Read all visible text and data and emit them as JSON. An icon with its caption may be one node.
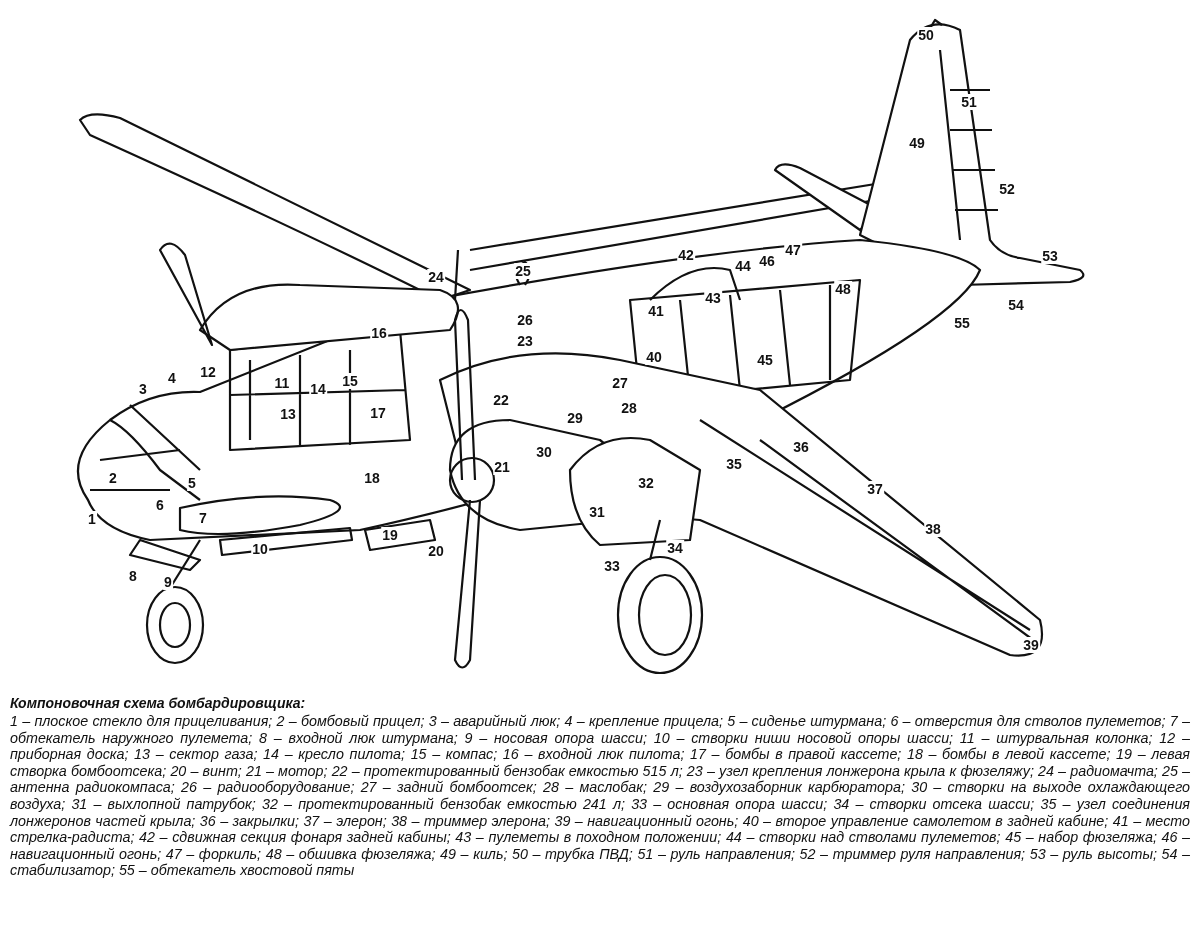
{
  "diagram": {
    "title": "Компоновочная схема бомбардировщика:",
    "caption": "1 – плоское стекло для прицеливания; 2 – бомбовый прицел; 3 – аварийный люк; 4 – крепление прицела; 5 – сиденье штурмана; 6 – отверстия для стволов пулеметов; 7 – обтекатель наружного пулемета; 8 – входной люк штурмана; 9 – носовая опора шасси; 10 – створки ниши носовой опоры шасси; 11 – штурвальная колонка; 12 – приборная доска; 13 – сектор газа; 14 – кресло пилота; 15 – компас; 16 – входной люк пилота; 17 – бомбы в правой кассете; 18 – бомбы в левой кассете; 19 – левая створка бомбоотсека; 20 – винт; 21 – мотор; 22 – протектированный бензобак емкостью 515 л; 23 – узел крепления лонжерона крыла к фюзеляжу; 24 – радиомачта; 25 – антенна радиокомпаса; 26 – радиооборудование; 27 – задний бомбоотсек; 28 – маслобак; 29 – воздухозаборник карбюратора; 30 – створки на выходе охлаждающего воздуха; 31 – выхлопной патрубок; 32 – протектированный бензобак емкостью 241 л; 33 – основная опора шасси; 34 – створки отсека шасси; 35 – узел соединения лонжеронов частей крыла; 36 – закрылки; 37 – элерон; 38 – триммер элерона; 39 – навигационный огонь; 40 – второе управление самолетом в задней кабине; 41 – место стрелка-радиста; 42 – сдвижная секция фонаря задней кабины; 43 – пулеметы в походном положении; 44 – створки над стволами пулеметов; 45 – набор фюзеляжа; 46 – навигационный огонь; 47 – форкиль; 48 – обшивка фюзеляжа; 49 – киль; 50 – трубка ПВД; 51 – руль направления; 52 – триммер руля направления; 53 – руль высоты; 54 – стабилизатор; 55 – обтекатель хвостовой пяты",
    "labels": [
      "1",
      "2",
      "3",
      "4",
      "5",
      "6",
      "7",
      "8",
      "9",
      "10",
      "11",
      "12",
      "13",
      "14",
      "15",
      "16",
      "17",
      "18",
      "19",
      "20",
      "21",
      "22",
      "23",
      "24",
      "25",
      "26",
      "27",
      "28",
      "29",
      "30",
      "31",
      "32",
      "33",
      "34",
      "35",
      "36",
      "37",
      "38",
      "39",
      "40",
      "41",
      "42",
      "43",
      "44",
      "45",
      "46",
      "47",
      "48",
      "49",
      "50",
      "51",
      "52",
      "53",
      "54",
      "55"
    ]
  }
}
